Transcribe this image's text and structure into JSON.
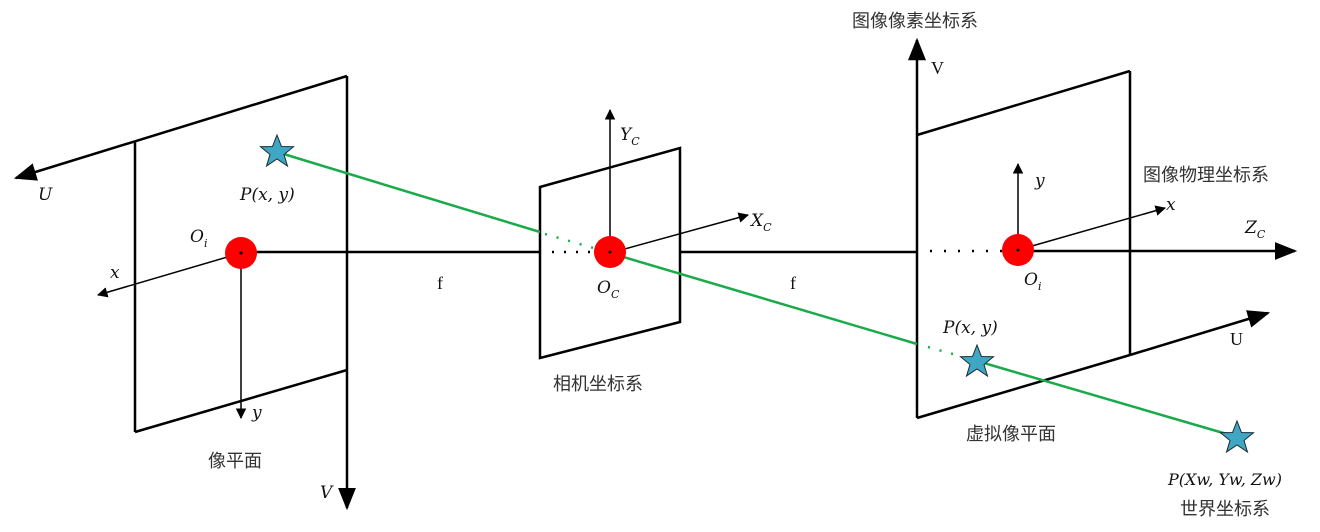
{
  "colors": {
    "ray": "#1aaa4a",
    "origin_dot": "#ff0000",
    "star_fill": "#3fa7c4",
    "axis": "#000000"
  },
  "left_plane": {
    "name": "像平面",
    "U_label": "U",
    "V_label": "V",
    "x_label": "x",
    "y_label": "y",
    "origin_label": "O",
    "origin_sub": "i",
    "point_label": "P(x, y)"
  },
  "camera": {
    "name": "相机坐标系",
    "Y_label": "Y",
    "Y_sub": "C",
    "X_label": "X",
    "X_sub": "C",
    "origin_label": "O",
    "origin_sub": "C"
  },
  "focal": {
    "left": "f",
    "right": "f"
  },
  "right_plane": {
    "name": "虚拟像平面",
    "pixel_system": "图像像素坐标系",
    "physical_system": "图像物理坐标系",
    "V_label": "V",
    "U_label": "U",
    "x_label": "x",
    "y_label": "y",
    "Z_label": "Z",
    "Z_sub": "C",
    "origin_label": "O",
    "origin_sub": "i",
    "point_label": "P(x, y)"
  },
  "world": {
    "point_label": "P(Xw, Yw, Zw)",
    "name": "世界坐标系"
  }
}
